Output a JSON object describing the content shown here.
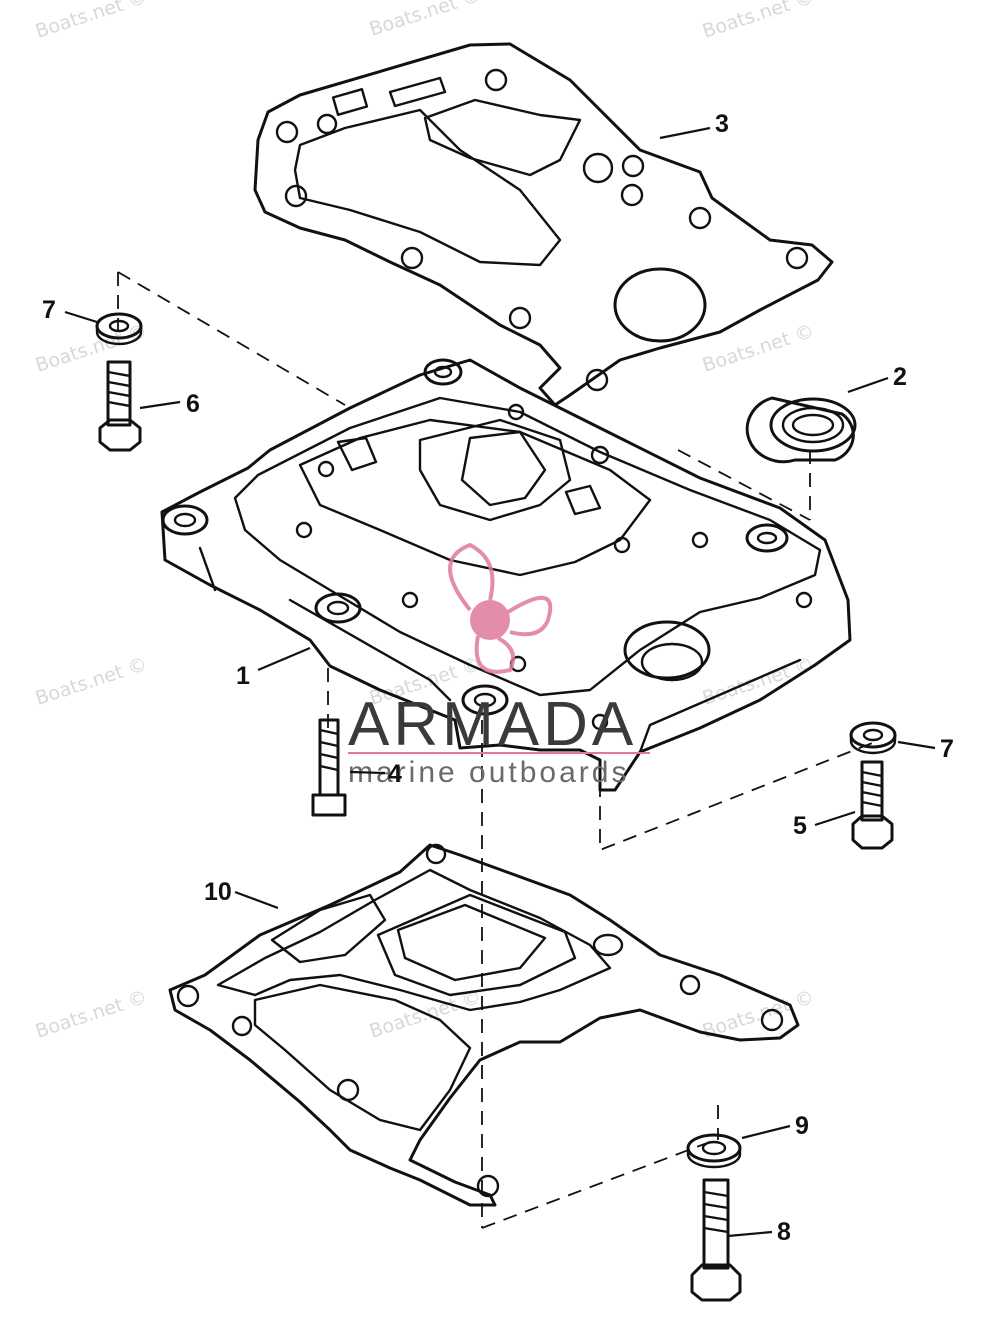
{
  "watermark_text": "Boats.net ©",
  "brand": {
    "name": "ARMADA",
    "tagline": "marine outboards",
    "accent_color": "#e0789e"
  },
  "callouts": [
    {
      "id": "1",
      "label": "1"
    },
    {
      "id": "2",
      "label": "2"
    },
    {
      "id": "3",
      "label": "3"
    },
    {
      "id": "4",
      "label": "4"
    },
    {
      "id": "5",
      "label": "5"
    },
    {
      "id": "6",
      "label": "6"
    },
    {
      "id": "7a",
      "label": "7"
    },
    {
      "id": "7b",
      "label": "7"
    },
    {
      "id": "8",
      "label": "8"
    },
    {
      "id": "9",
      "label": "9"
    },
    {
      "id": "10",
      "label": "10"
    }
  ]
}
